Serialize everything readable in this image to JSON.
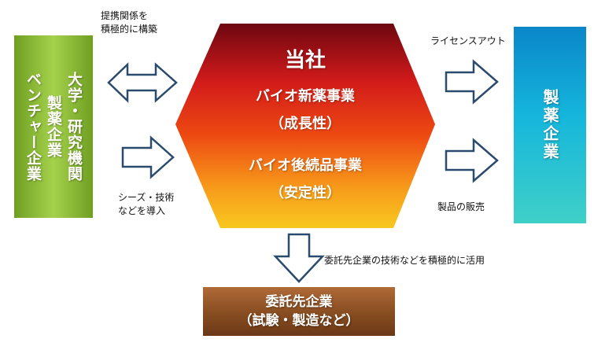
{
  "center": {
    "title": "当社",
    "business1": "バイオ新薬事業",
    "business1_sub": "（成長性）",
    "business2": "バイオ後続品事業",
    "business2_sub": "（安定性）"
  },
  "left_box": {
    "columns": [
      "大学・研究機関",
      "製薬企業",
      "ベンチャー企業"
    ]
  },
  "right_box": {
    "columns": [
      "製薬企業"
    ]
  },
  "bottom_box": {
    "line1": "委託先企業",
    "line2": "（試験・製造など）"
  },
  "notes": {
    "top_left": [
      "提携関係を",
      "積極的に構築"
    ],
    "bottom_left": [
      "シーズ・技術",
      "などを導入"
    ],
    "top_right": "ライセンスアウト",
    "bottom_right": "製品の販売",
    "bottom": "委託先企業の技術などを積極的に活用"
  },
  "colors": {
    "hexagon_top": "#7a0a14",
    "hexagon_mid": "#e5241b",
    "hexagon_bottom": "#f7c21c",
    "left_box": "#8cbf3a",
    "right_box": "#17aedc",
    "bottom_box": "#8a4f22"
  }
}
